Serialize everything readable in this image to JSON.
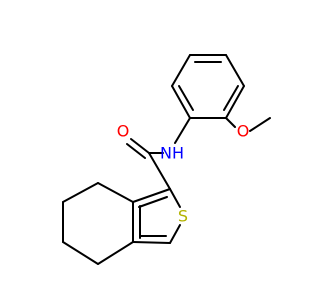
{
  "molecule": {
    "labels": {
      "oxygen_carbonyl": "O",
      "amide_nh": "NH",
      "oxygen_methoxy": "O",
      "sulfur": "S"
    },
    "colors": {
      "oxygen_carbonyl": "#ff0000",
      "amide_nh": "#0000ff",
      "oxygen_methoxy": "#ff0000",
      "sulfur": "#b2b200",
      "bond": "#000000"
    }
  }
}
